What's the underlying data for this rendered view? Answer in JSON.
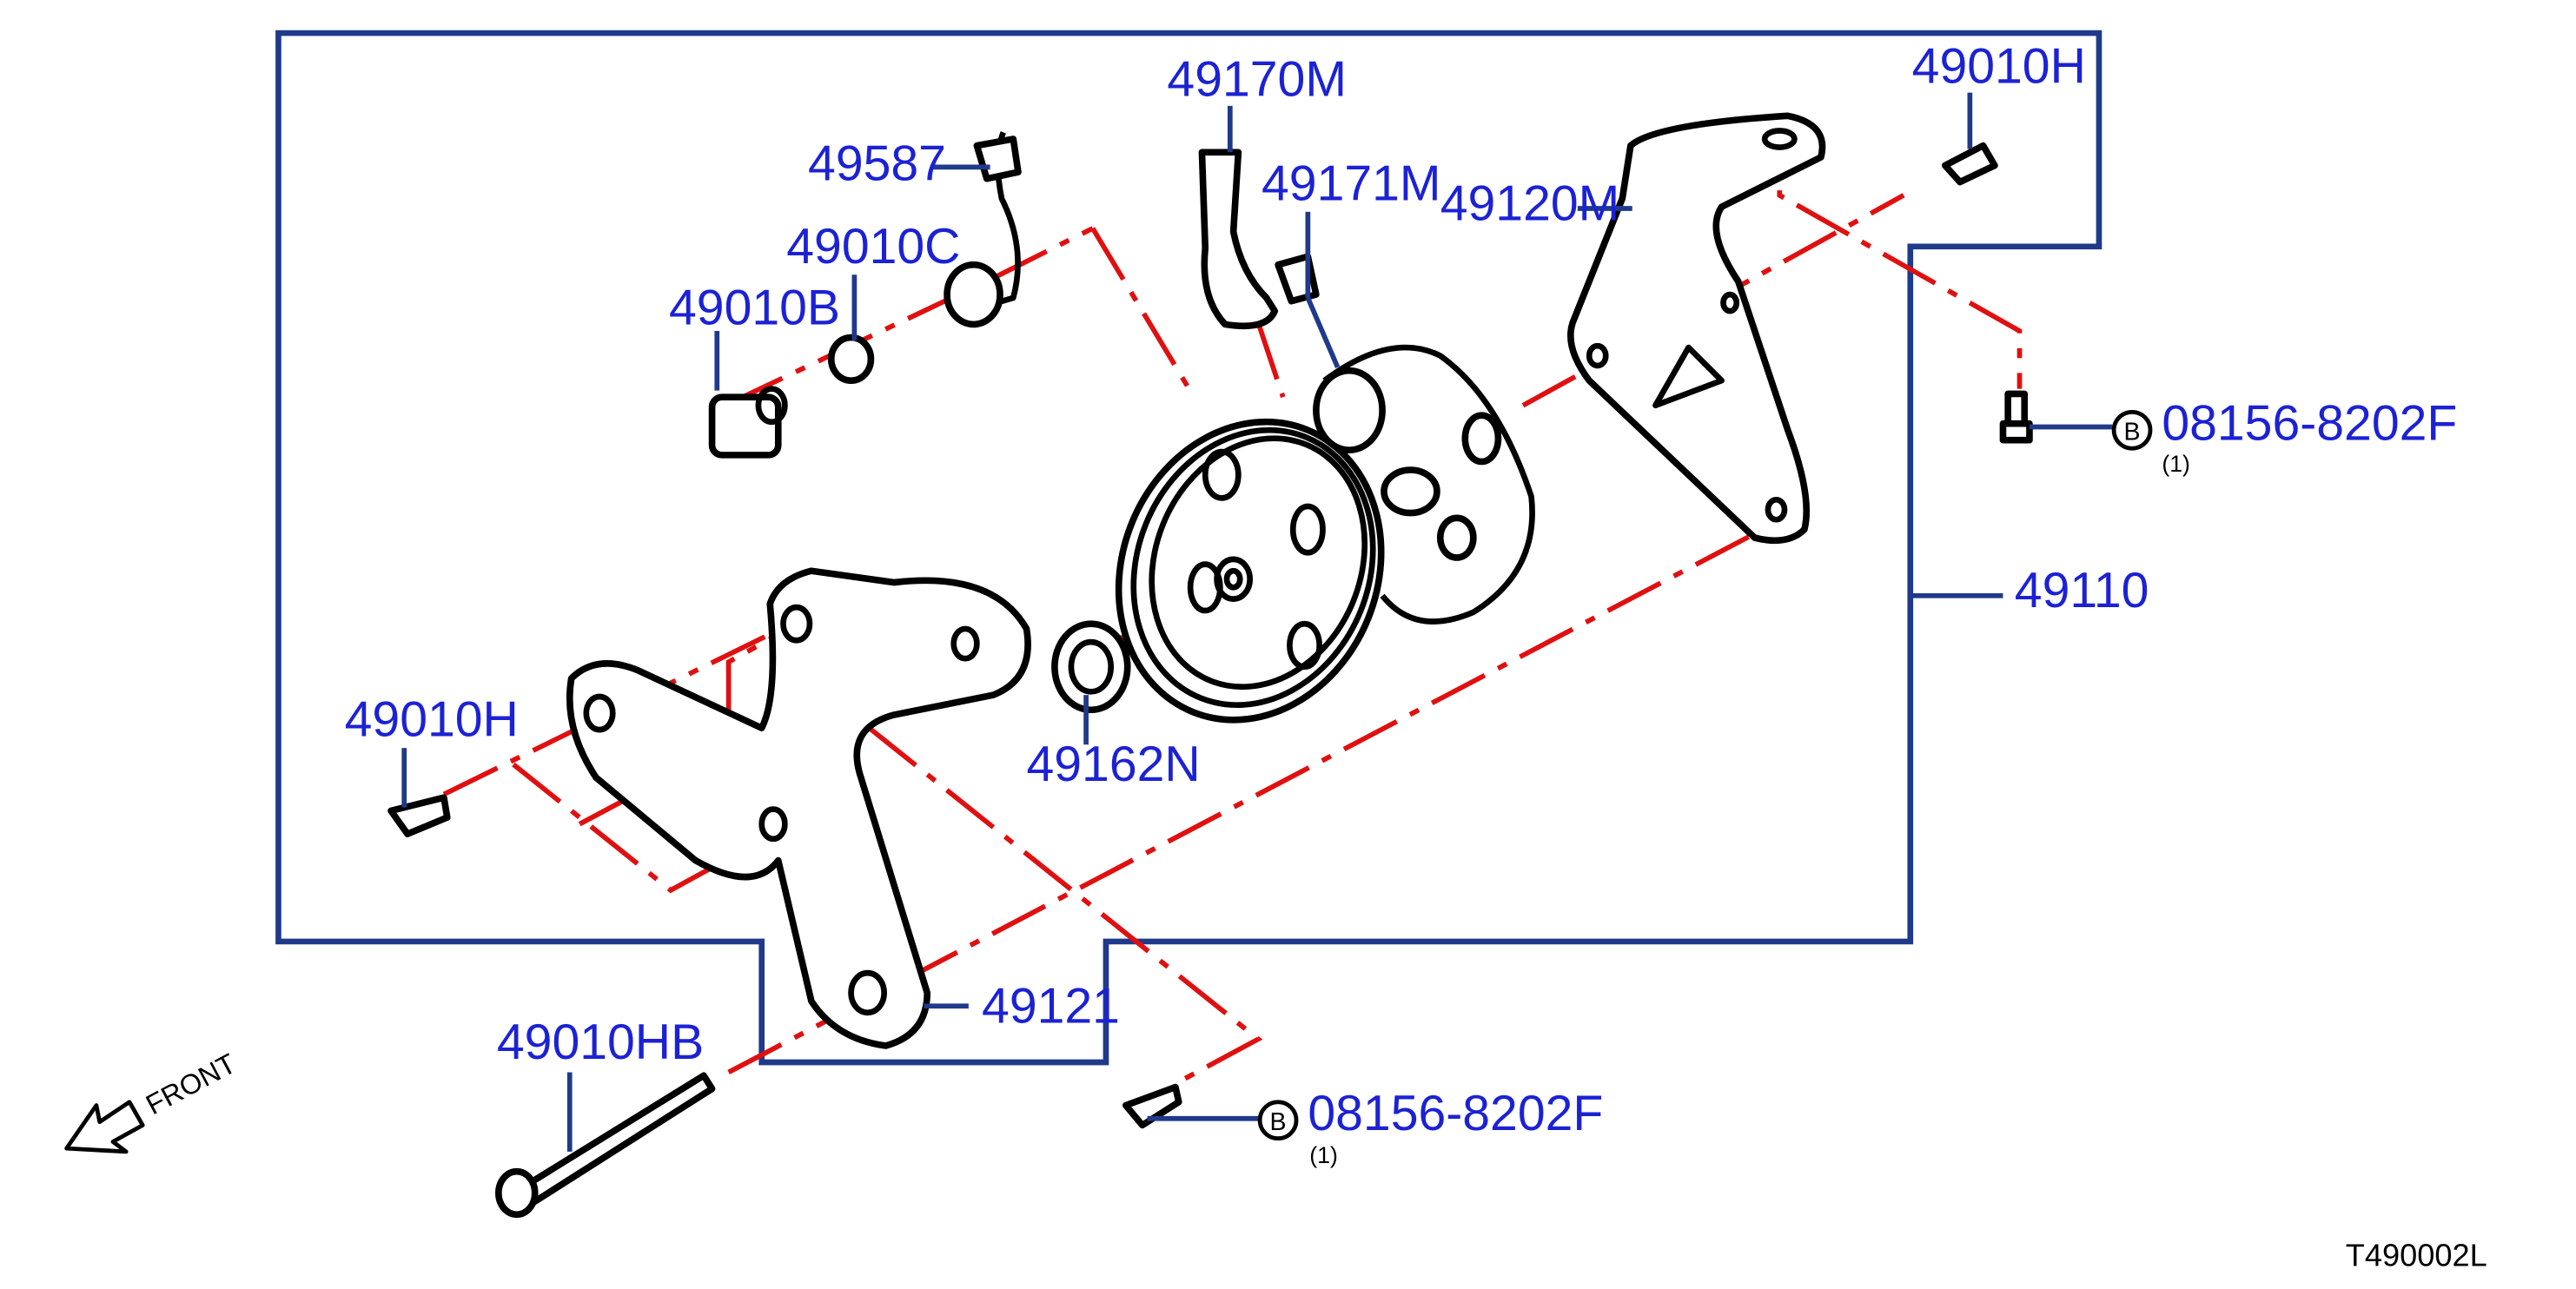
{
  "colors": {
    "label": "#1c22d4",
    "leader": "#1f3a8a",
    "centerline": "#e01010",
    "outline": "#000000"
  },
  "labels": {
    "p49010H_top": "49010H",
    "p49170M": "49170M",
    "p49171M": "49171M",
    "p49120M": "49120M",
    "p49587": "49587",
    "p49010C": "49010C",
    "p49010B": "49010B",
    "p49110": "49110",
    "p49162N": "49162N",
    "p49010H_left": "49010H",
    "p49121": "49121",
    "p49010HB": "49010HB",
    "b_top": "08156-8202F",
    "b_bottom": "08156-8202F"
  },
  "ref_marker": "B",
  "qty_top": "(1)",
  "qty_bottom": "(1)",
  "front_label": "FRONT",
  "diagram_code": "T490002L"
}
